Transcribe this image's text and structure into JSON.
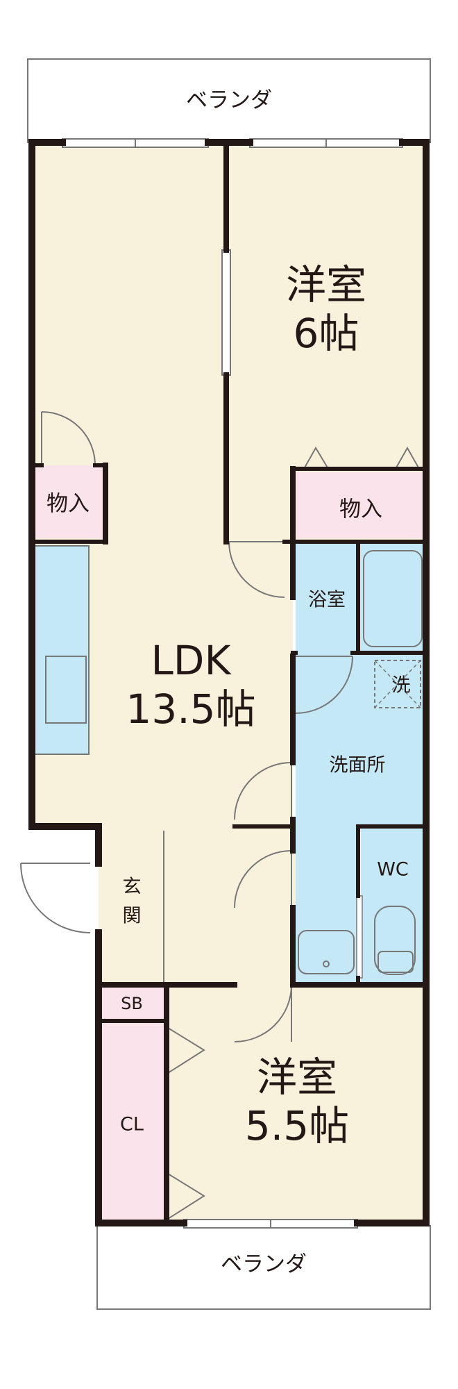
{
  "colors": {
    "room_floor": "#f8f1dc",
    "wet_area": "#c5e8f7",
    "storage": "#fbe3ec",
    "wall": "#231815",
    "outline": "#777777"
  },
  "balcony_top": {
    "label": "ベランダ"
  },
  "balcony_bottom": {
    "label": "ベランダ"
  },
  "western_room_6": {
    "name": "洋室",
    "size": "6帖"
  },
  "western_room_55": {
    "name": "洋室",
    "size": "5.5帖"
  },
  "ldk": {
    "name": "LDK",
    "size": "13.5帖"
  },
  "storage_left": {
    "label": "物入"
  },
  "storage_right": {
    "label": "物入"
  },
  "bathroom": {
    "label": "浴室"
  },
  "washer_space": {
    "label": "洗"
  },
  "washroom": {
    "label": "洗面所"
  },
  "toilet": {
    "label": "WC"
  },
  "entrance": {
    "line1": "玄",
    "line2": "関"
  },
  "shoe_box": {
    "label": "SB"
  },
  "closet": {
    "label": "CL"
  }
}
